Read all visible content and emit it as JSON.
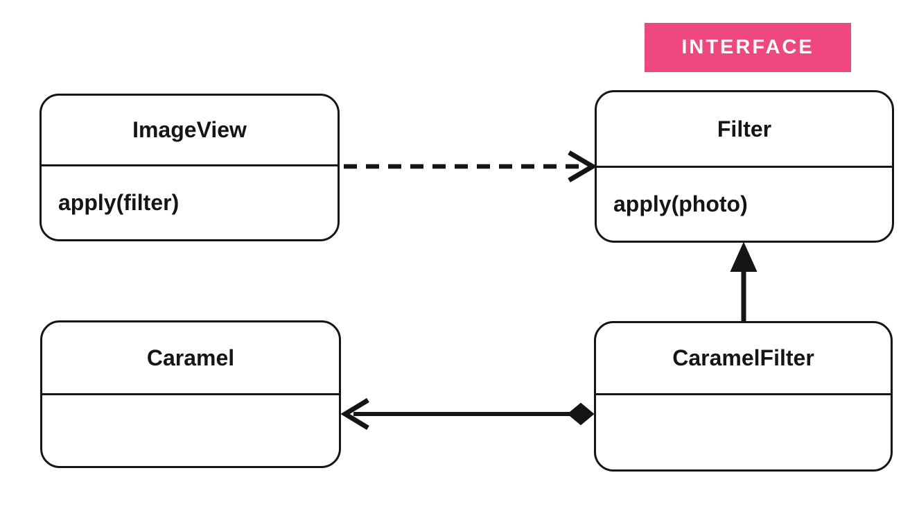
{
  "diagram": {
    "badge": {
      "label": "INTERFACE"
    },
    "classes": [
      {
        "name": "ImageView",
        "stereotype": "class",
        "method": "apply(filter)"
      },
      {
        "name": "Filter",
        "stereotype": "interface",
        "method": "apply(photo)"
      },
      {
        "name": "Caramel",
        "stereotype": "class",
        "method": ""
      },
      {
        "name": "CaramelFilter",
        "stereotype": "class",
        "method": ""
      }
    ],
    "relationships": [
      {
        "from": "ImageView",
        "to": "Filter",
        "type": "dependency",
        "style": "dashed line with open arrowhead pointing at Filter"
      },
      {
        "from": "CaramelFilter",
        "to": "Filter",
        "type": "realization",
        "style": "solid line with filled triangle arrowhead pointing at Filter"
      },
      {
        "from": "CaramelFilter",
        "to": "Caramel",
        "type": "composition",
        "style": "solid line, filled diamond at CaramelFilter, open arrowhead pointing at Caramel"
      }
    ],
    "colors": {
      "badge_bg": "#EF487E",
      "badge_text": "#FFFFFF",
      "stroke": "#151515",
      "background": "#FFFFFF"
    }
  }
}
